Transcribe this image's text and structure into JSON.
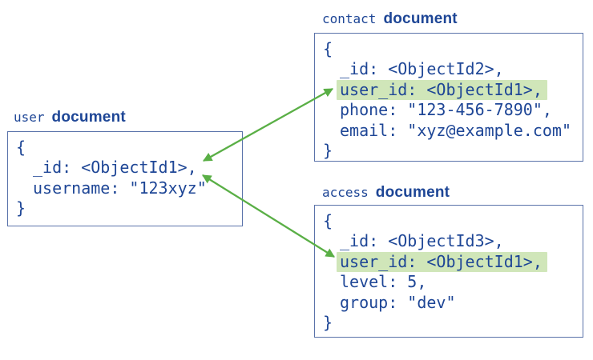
{
  "colors": {
    "text_blue": "#1e4696",
    "border_blue": "#5a73aa",
    "arrow_green": "#5aaf46",
    "highlight_green": "#d0e6b9"
  },
  "boxes": [
    {
      "name": "user",
      "type_label": "document",
      "lines": [
        "{",
        "_id: <ObjectId1>,",
        "username: \"123xyz\"",
        "}"
      ]
    },
    {
      "name": "contact",
      "type_label": "document",
      "lines": [
        "{",
        "_id: <ObjectId2>,",
        "user_id: <ObjectId1>,",
        "phone: \"123-456-7890\",",
        "email: \"xyz@example.com\"",
        "}"
      ],
      "highlighted_field": "user_id: <ObjectId1>,"
    },
    {
      "name": "access",
      "type_label": "document",
      "lines": [
        "{",
        "_id: <ObjectId3>,",
        "user_id: <ObjectId1>,",
        "level: 5,",
        "group: \"dev\"",
        "}"
      ],
      "highlighted_field": "user_id: <ObjectId1>,"
    }
  ],
  "arrows": [
    {
      "from": "user._id",
      "to": "contact.user_id",
      "bidirectional": true
    },
    {
      "from": "user._id",
      "to": "access.user_id",
      "bidirectional": true
    }
  ]
}
